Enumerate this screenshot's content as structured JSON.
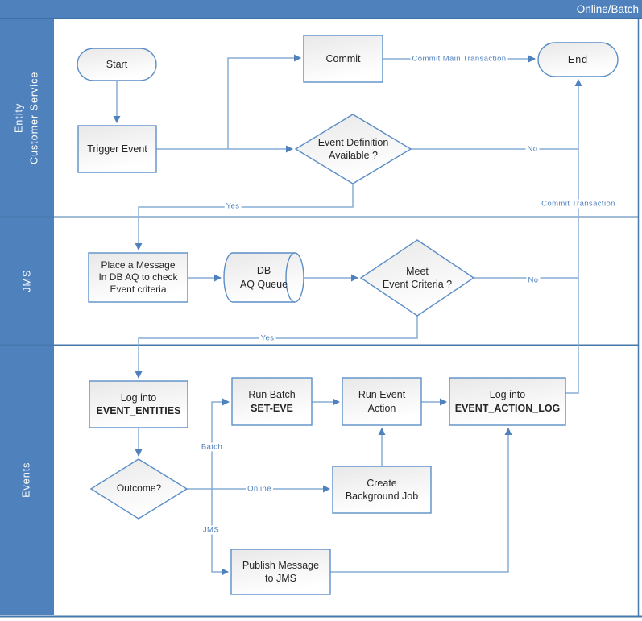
{
  "header": {
    "title": "Online/Batch"
  },
  "lanes": [
    {
      "lines": [
        "Entity",
        "Customer Service"
      ]
    },
    {
      "lines": [
        "JMS"
      ]
    },
    {
      "lines": [
        "Events"
      ]
    }
  ],
  "nodes": {
    "start": {
      "label": "Start"
    },
    "trigger_event": {
      "label": "Trigger Event"
    },
    "commit": {
      "label": "Commit"
    },
    "end": {
      "label": "End"
    },
    "event_def": {
      "line1": "Event Definition",
      "line2": "Available ?"
    },
    "place_msg": {
      "line1": "Place a Message",
      "line2": "In DB AQ to check",
      "line3": "Event criteria"
    },
    "db_aq": {
      "line1": "DB",
      "line2": "AQ Queue"
    },
    "meet_criteria": {
      "line1": "Meet",
      "line2": "Event Criteria ?"
    },
    "log_entities": {
      "line1": "Log into",
      "line2": "EVENT_ENTITIES"
    },
    "run_batch": {
      "line1": "Run Batch",
      "line2": "SET-EVE"
    },
    "run_event_action": {
      "line1": "Run Event",
      "line2": "Action"
    },
    "log_action_log": {
      "line1": "Log into",
      "line2": "EVENT_ACTION_LOG"
    },
    "outcome": {
      "label": "Outcome?"
    },
    "create_bg_job": {
      "line1": "Create",
      "line2": "Background Job"
    },
    "publish_msg": {
      "line1": "Publish Message",
      "line2": "to JMS"
    }
  },
  "edge_labels": {
    "commit_main": "Commit Main Transaction",
    "no1": "No",
    "yes1": "Yes",
    "no2": "No",
    "yes2": "Yes",
    "commit_txn": "Commit Transaction",
    "batch": "Batch",
    "online": "Online",
    "jms": "JMS"
  },
  "colors": {
    "accent_blue": "#4f81bd",
    "connector_line": "#85add6",
    "node_border": "#5b8ec6",
    "lane_divider": "#41719c",
    "edge_label_text": "#4f81bd",
    "node_text": "#262626",
    "lane_label_text": "#ffffff"
  }
}
